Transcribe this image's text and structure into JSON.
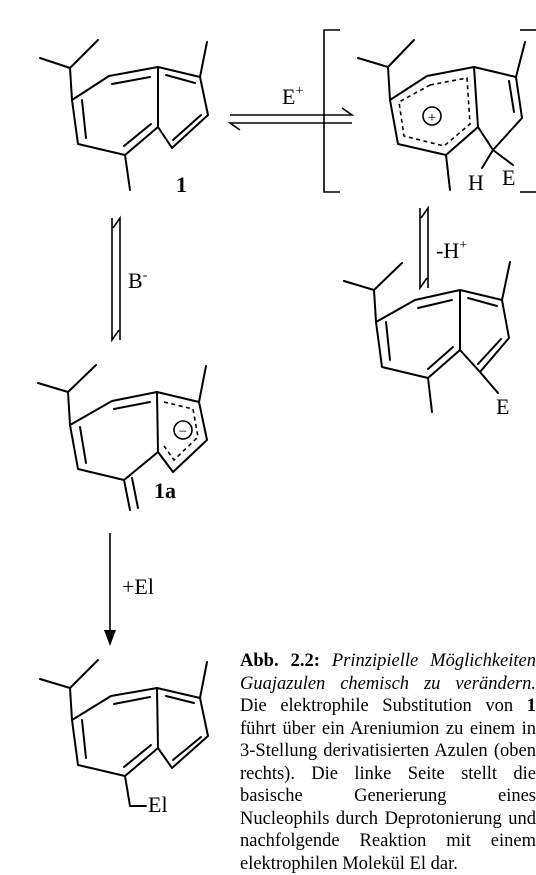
{
  "molecules": {
    "m1": {
      "number": "1"
    },
    "m1a": {
      "number": "1a"
    },
    "intermediate": {
      "charge": "+",
      "h_label": "H",
      "e_label": "E"
    },
    "product_e": {
      "e_label": "E"
    },
    "product_el": {
      "el_label": "El"
    },
    "anion": {
      "charge": "−"
    }
  },
  "arrows": {
    "electrophile": {
      "label_base": "E",
      "label_sup": "+"
    },
    "deprotonation_top": {
      "label_base": "-H",
      "label_sup": "+"
    },
    "base": {
      "label_base": "B",
      "label_sup": "-"
    },
    "nucleophile_reaction": {
      "label": "+El"
    }
  },
  "caption": {
    "bold_lead": "Abb. 2.2:",
    "italic_title": " Prinzipielle Möglichkeiten Guajazulen chemisch zu verändern.",
    "text1": " Die elektrophile Substitution von ",
    "bold_ref1": "1",
    "text2": " führt über ein Areniumion zu einem in 3-Stellung derivatisierten Azulen (oben rechts). Die linke Seite stellt die basische Generierung eines Nucleophils durch Deprotonierung und nachfolgende Reaktion mit einem elektrophilen Molekül El dar."
  }
}
